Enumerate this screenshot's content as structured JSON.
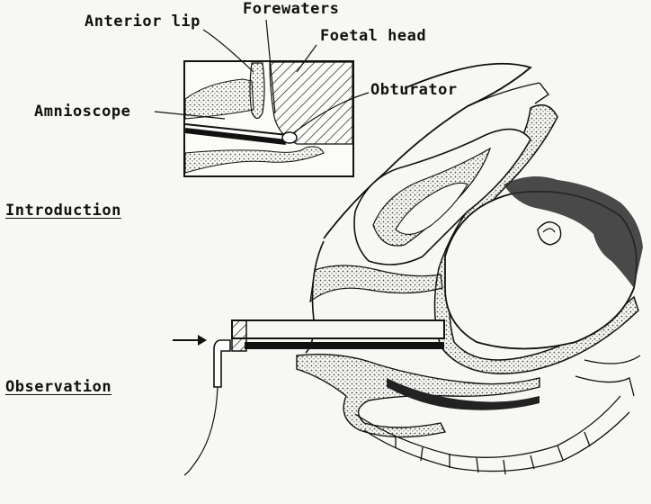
{
  "labels": {
    "anterior_lip": "Anterior lip",
    "forewaters": "Forewaters",
    "foetal_head": "Foetal head",
    "obturator": "Obturator",
    "amnioscope": "Amnioscope"
  },
  "sections": {
    "introduction": "Introduction",
    "observation": "Observation"
  },
  "colors": {
    "ink": "#111111",
    "paper": "#f7f7f4",
    "stipple": "#555555"
  }
}
